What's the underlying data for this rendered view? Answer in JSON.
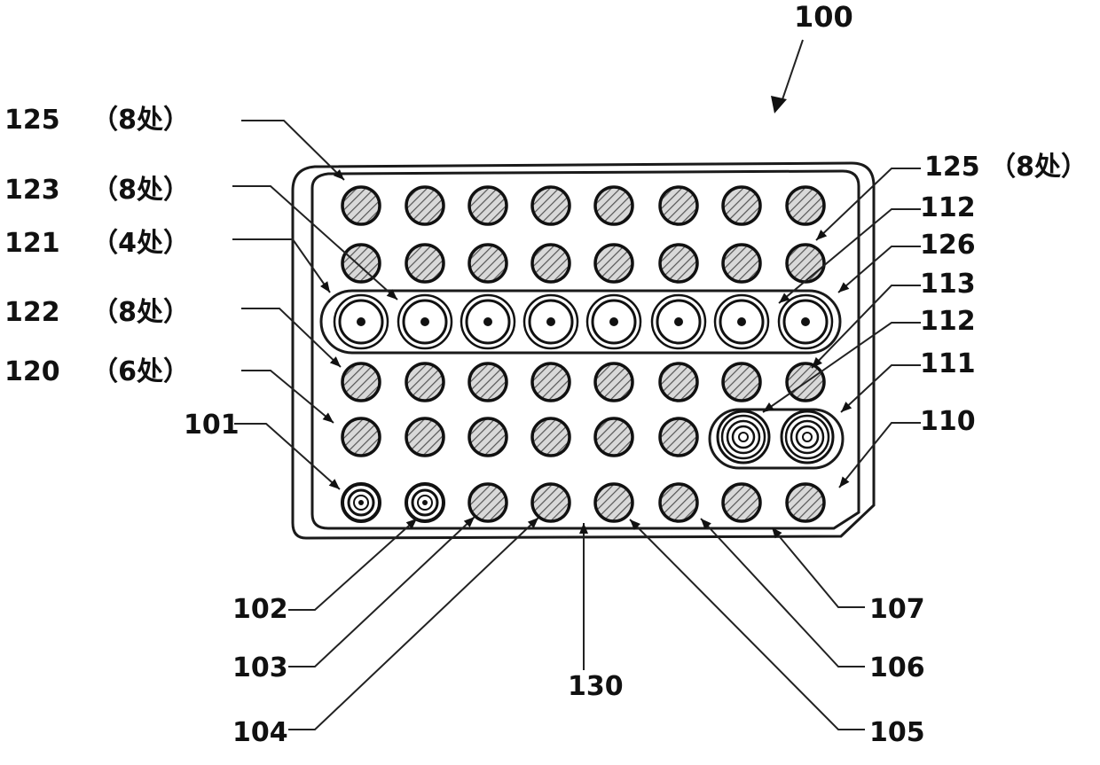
{
  "figure": {
    "reference_number": "100",
    "left_labels": [
      {
        "number": "125",
        "note": "（8处）"
      },
      {
        "number": "123",
        "note": "（8处）"
      },
      {
        "number": "121",
        "note": "（4处）"
      },
      {
        "number": "122",
        "note": "（8处）"
      },
      {
        "number": "120",
        "note": "（6处）"
      }
    ],
    "right_labels": {
      "top": {
        "number": "125",
        "note": "（8处）"
      },
      "r112a": "112",
      "r126": "126",
      "r113": "113",
      "r112b": "112",
      "r111": "111",
      "r110": "110"
    },
    "side_label_101": "101",
    "bottom_labels": {
      "b102": "102",
      "b103": "103",
      "b104": "104",
      "b105": "105",
      "b106": "106",
      "b107": "107",
      "b130": "130"
    },
    "grid": {
      "columns": 8,
      "rows": 6,
      "coaxial_row_index": 2,
      "bottom_left_special_pins": 2,
      "large_coax_pins": 2
    }
  },
  "colors": {
    "ink": "#111111",
    "pin_fill": "#cfcfcf",
    "background": "#ffffff"
  }
}
